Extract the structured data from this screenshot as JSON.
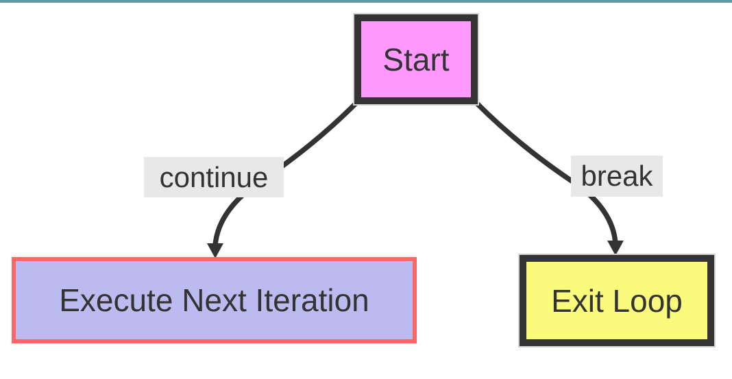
{
  "diagram": {
    "type": "flowchart",
    "direction": "top-down",
    "nodes": [
      {
        "id": "start",
        "label": "Start",
        "fill": "#ff99ff",
        "border": "#333333",
        "shape": "rectangle"
      },
      {
        "id": "execute",
        "label": "Execute Next Iteration",
        "fill": "#bbbbf0",
        "border": "#ff6666",
        "shape": "rectangle"
      },
      {
        "id": "exit",
        "label": "Exit Loop",
        "fill": "#fafa7d",
        "border": "#333333",
        "shape": "rectangle"
      }
    ],
    "edges": [
      {
        "from": "start",
        "to": "execute",
        "label": "continue"
      },
      {
        "from": "start",
        "to": "exit",
        "label": "break"
      }
    ],
    "colors": {
      "accent_bar": "#5f99a3",
      "edge": "#333333",
      "edge_label_bg": "#e8e8e8",
      "text": "#333333",
      "background": "#ffffff"
    }
  }
}
